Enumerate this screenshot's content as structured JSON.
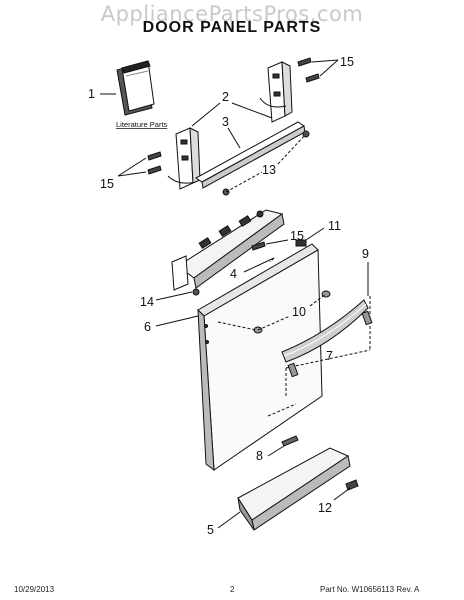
{
  "watermark": "AppliancePartsPros.com",
  "title": "DOOR PANEL PARTS",
  "literature_label": "Literature Parts",
  "callouts": {
    "c1": "1",
    "c2": "2",
    "c3": "3",
    "c4": "4",
    "c5": "5",
    "c6": "6",
    "c7": "7",
    "c8": "8",
    "c9": "9",
    "c10": "10",
    "c11": "11",
    "c12": "12",
    "c13": "13",
    "c14": "14",
    "c15a": "15",
    "c15b": "15",
    "c15c": "15"
  },
  "footer": {
    "date": "10/29/2013",
    "page": "2",
    "part_no": "Part No. W10656113  Rev. A"
  }
}
